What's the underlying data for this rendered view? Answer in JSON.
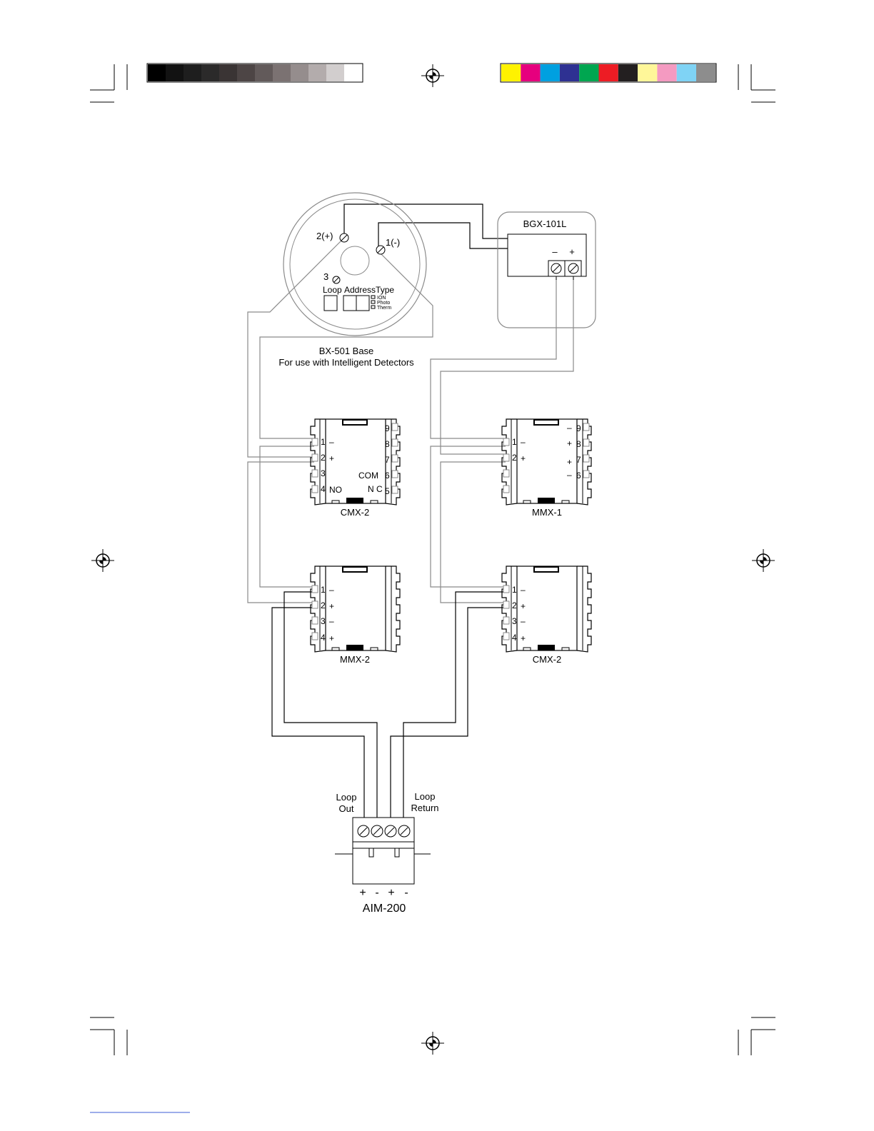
{
  "color_bars": {
    "grayscale": [
      "#000000",
      "#121212",
      "#1e1e1e",
      "#2b2a2a",
      "#3a3434",
      "#4d4545",
      "#625a5a",
      "#7b7272",
      "#958d8d",
      "#b3acac",
      "#d2cece",
      "#ffffff"
    ],
    "process": [
      "#fff200",
      "#e6007e",
      "#00a0e0",
      "#2e3192",
      "#00a650",
      "#ed1c24",
      "#231f20",
      "#fff799",
      "#f49ac1",
      "#7fd3f5",
      "#8d8d8d"
    ]
  },
  "base": {
    "terminal_pos": "2(+)",
    "terminal_neg": "1(-)",
    "terminal_3": "3",
    "label_loop": "Loop",
    "label_address_type": "AddressType",
    "type_options": [
      "ION",
      "Photo",
      "Therm"
    ],
    "caption_line1": "BX-501 Base",
    "caption_line2": "For use with Intelligent Detectors"
  },
  "bgx": {
    "title": "BGX-101L",
    "minus": "–",
    "plus": "+"
  },
  "modules": {
    "cmx2_top": {
      "name": "CMX-2",
      "left_pins": [
        "1",
        "2",
        "3",
        "4"
      ],
      "left_marks": [
        "–",
        "+"
      ],
      "right_pins": [
        "9",
        "8",
        "7",
        "6",
        "5"
      ],
      "com": "COM",
      "no": "NO",
      "nc": "N C"
    },
    "mmx1": {
      "name": "MMX-1",
      "left_pins": [
        "1",
        "2"
      ],
      "left_marks": [
        "–",
        "+"
      ],
      "right_pins": [
        "9",
        "8",
        "7",
        "6"
      ],
      "right_marks": [
        "–",
        "+",
        "+",
        "–"
      ]
    },
    "mmx2": {
      "name": "MMX-2",
      "left_pins": [
        "1",
        "2",
        "3",
        "4"
      ],
      "left_marks": [
        "–",
        "+",
        "–",
        "+"
      ]
    },
    "cmx2_bottom": {
      "name": "CMX-2",
      "left_pins": [
        "1",
        "2",
        "3",
        "4"
      ],
      "left_marks": [
        "–",
        "+",
        "–",
        "+"
      ]
    }
  },
  "aim": {
    "label_loop_out_1": "Loop",
    "label_loop_out_2": "Out",
    "label_loop_return_1": "Loop",
    "label_loop_return_2": "Return",
    "terminal_signs": [
      "+",
      "-",
      "+",
      "-"
    ],
    "name": "AIM-200"
  }
}
